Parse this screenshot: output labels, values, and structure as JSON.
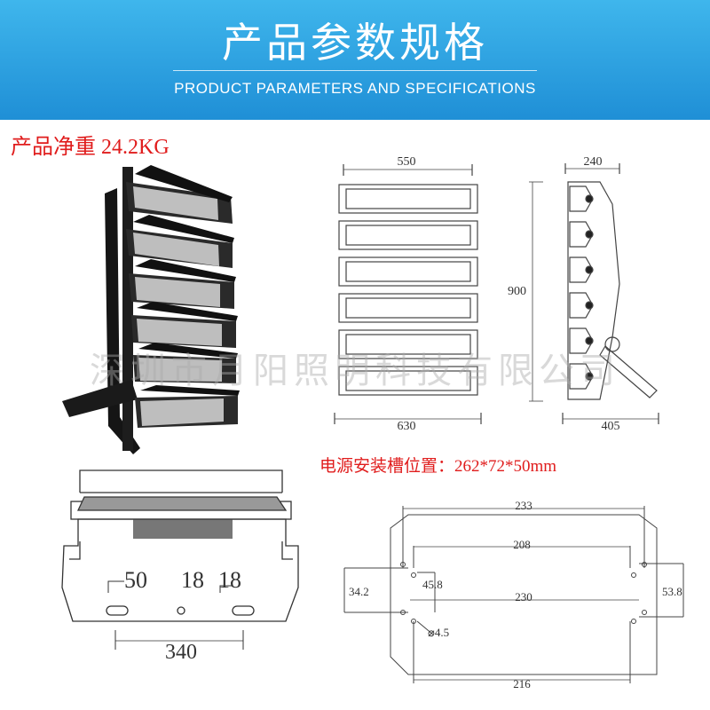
{
  "header": {
    "title": "产品参数规格",
    "subtitle": "PRODUCT PARAMETERS AND SPECIFICATIONS"
  },
  "product": {
    "net_weight": "产品净重 24.2KG",
    "power_slot": "电源安装槽位置：262*72*50mm"
  },
  "front_view": {
    "width_top": "550",
    "height": "900",
    "width_bottom": "630"
  },
  "side_view": {
    "width_top": "240",
    "width_bottom": "405"
  },
  "bracket_view": {
    "dim_a": "50",
    "dim_b": "18",
    "dim_c": "18",
    "dim_base": "340"
  },
  "hole_layout": {
    "d1": "233",
    "d2": "208",
    "d3": "230",
    "d4": "216",
    "left": "34.2",
    "inner": "45.8",
    "right": "53.8",
    "hole": "⌀4.5"
  },
  "watermark": "深圳市月阳照明科技有限公司",
  "colors": {
    "banner": "#1f8fd6",
    "accent_red": "#e01c1c"
  }
}
